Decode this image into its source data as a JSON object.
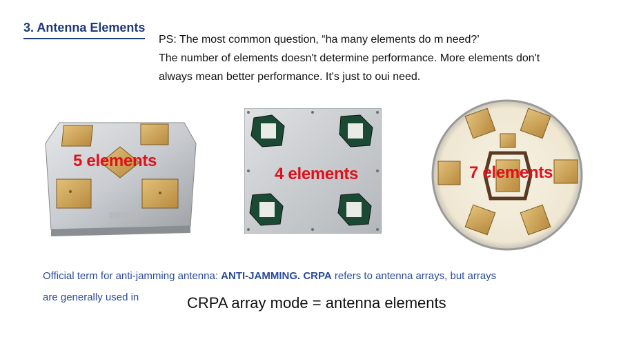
{
  "heading": "3. Antenna Elements",
  "intro": {
    "line1": "PS: The most common question, “ha many elements do m need?’",
    "line2": "The number of elements doesn't determine performance. More elements don't",
    "line3": "always mean better performance. It's just to oui need."
  },
  "photos": [
    {
      "caption": "5 elements"
    },
    {
      "caption": "4 elements"
    },
    {
      "caption": "7 elements"
    }
  ],
  "footer": {
    "line1_prefix": "Official term for anti-jamming antenna: ",
    "line1_bold": "ANTI-JAMMING. CRPA",
    "line1_suffix": " refers to antenna arrays, but arrays",
    "line2": "are generally used in",
    "formula": "CRPA array mode = antenna elements"
  }
}
